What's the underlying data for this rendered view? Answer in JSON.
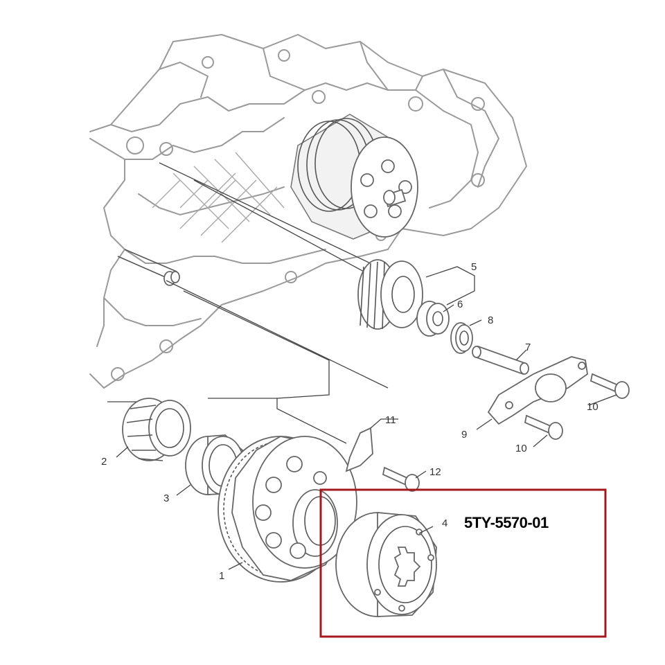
{
  "callouts": [
    {
      "id": "1",
      "label": "1"
    },
    {
      "id": "2",
      "label": "2"
    },
    {
      "id": "3",
      "label": "3"
    },
    {
      "id": "4",
      "label": "4"
    },
    {
      "id": "5",
      "label": "5"
    },
    {
      "id": "6",
      "label": "6"
    },
    {
      "id": "7",
      "label": "7"
    },
    {
      "id": "8",
      "label": "8"
    },
    {
      "id": "9",
      "label": "9"
    },
    {
      "id": "10a",
      "label": "10"
    },
    {
      "id": "10b",
      "label": "10"
    },
    {
      "id": "11",
      "label": "11"
    },
    {
      "id": "12",
      "label": "12"
    }
  ],
  "highlight": {
    "part_number": "5TY-5570-01",
    "color": "#a4191e"
  }
}
